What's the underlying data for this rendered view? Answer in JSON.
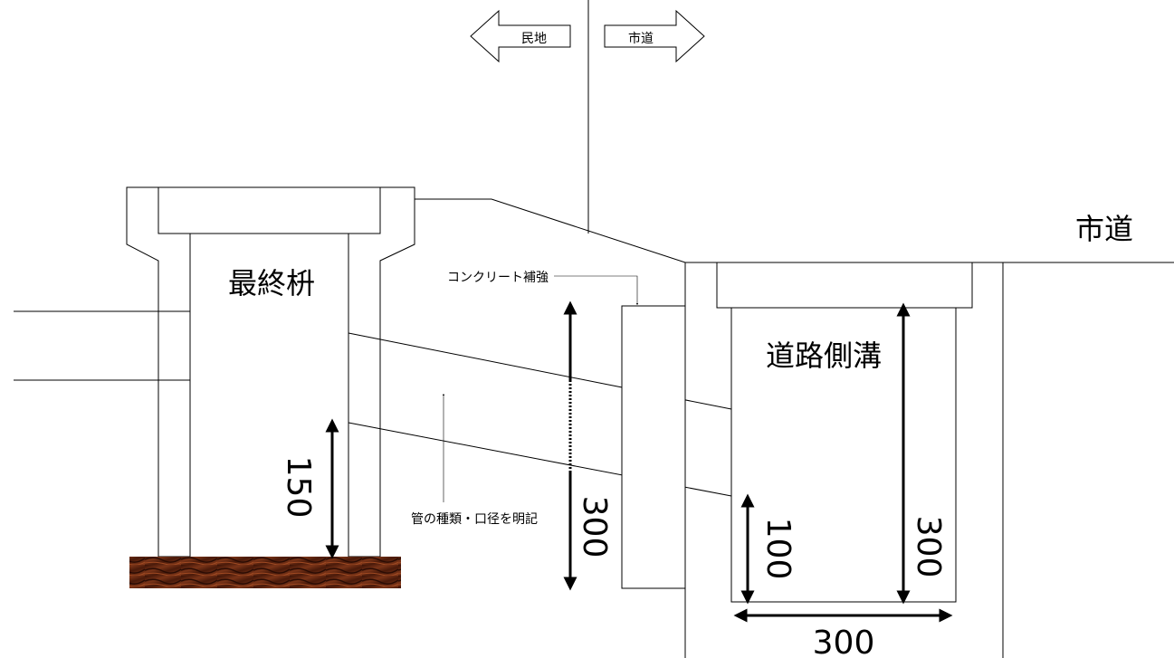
{
  "labels": {
    "private_land": "民地",
    "city_road_arrow": "市道",
    "city_road": "市道",
    "final_basin": "最終枡",
    "road_gutter": "道路側溝",
    "concrete_reinforcement": "コンクリート補強",
    "pipe_note": "管の種類・口径を明記"
  },
  "dimensions": {
    "basin_depth": "150",
    "middle_height": "300",
    "gutter_small_height": "100",
    "gutter_height": "300",
    "gutter_width": "300"
  },
  "colors": {
    "line": "#000000",
    "ground_fill": "#6b2a14",
    "ground_dark": "#3a1206"
  }
}
